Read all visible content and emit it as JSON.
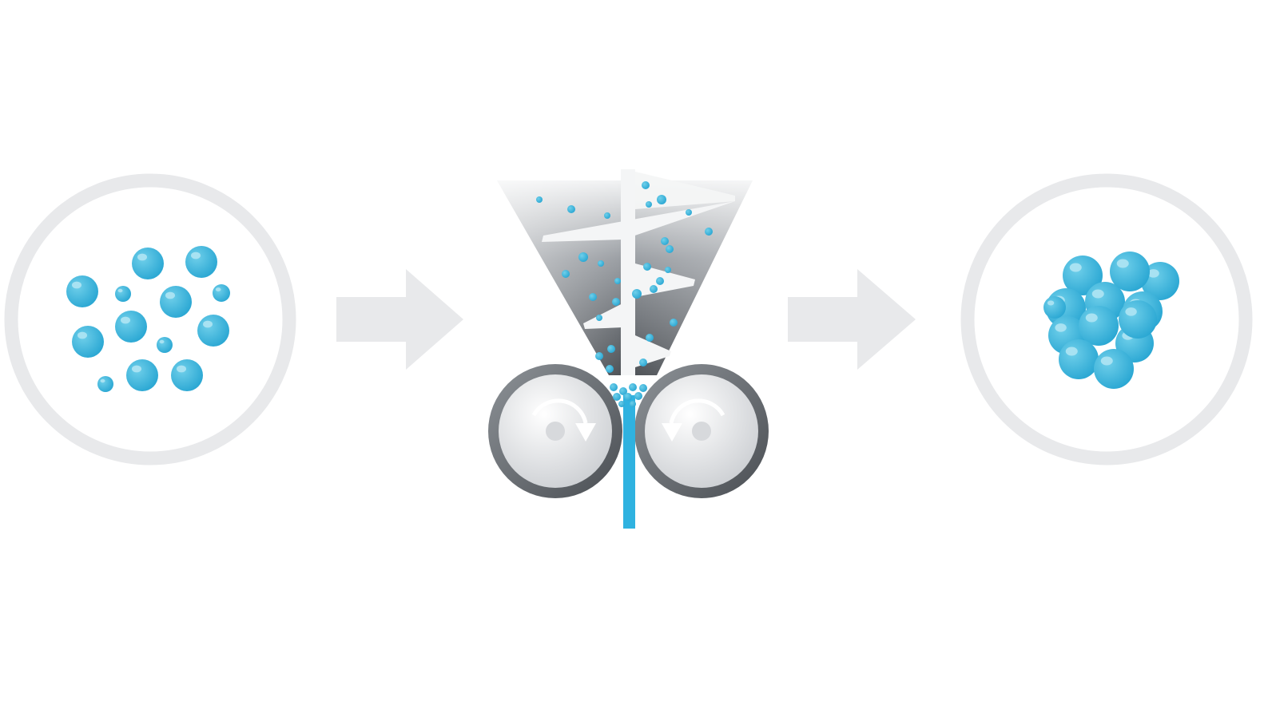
{
  "diagram": {
    "stages": [
      "loose-particles",
      "roller-compactor",
      "compacted-granule"
    ],
    "colors": {
      "particle": "#3db8dc",
      "particle_highlight": "#a8e2f2",
      "ring": "#e8e9eb",
      "arrow": "#e8e9eb",
      "roller_outer": "#6d7278",
      "roller_inner": "#e6e7e9",
      "hopper_dark": "#5a5e63",
      "stream": "#2fb2e0"
    }
  }
}
